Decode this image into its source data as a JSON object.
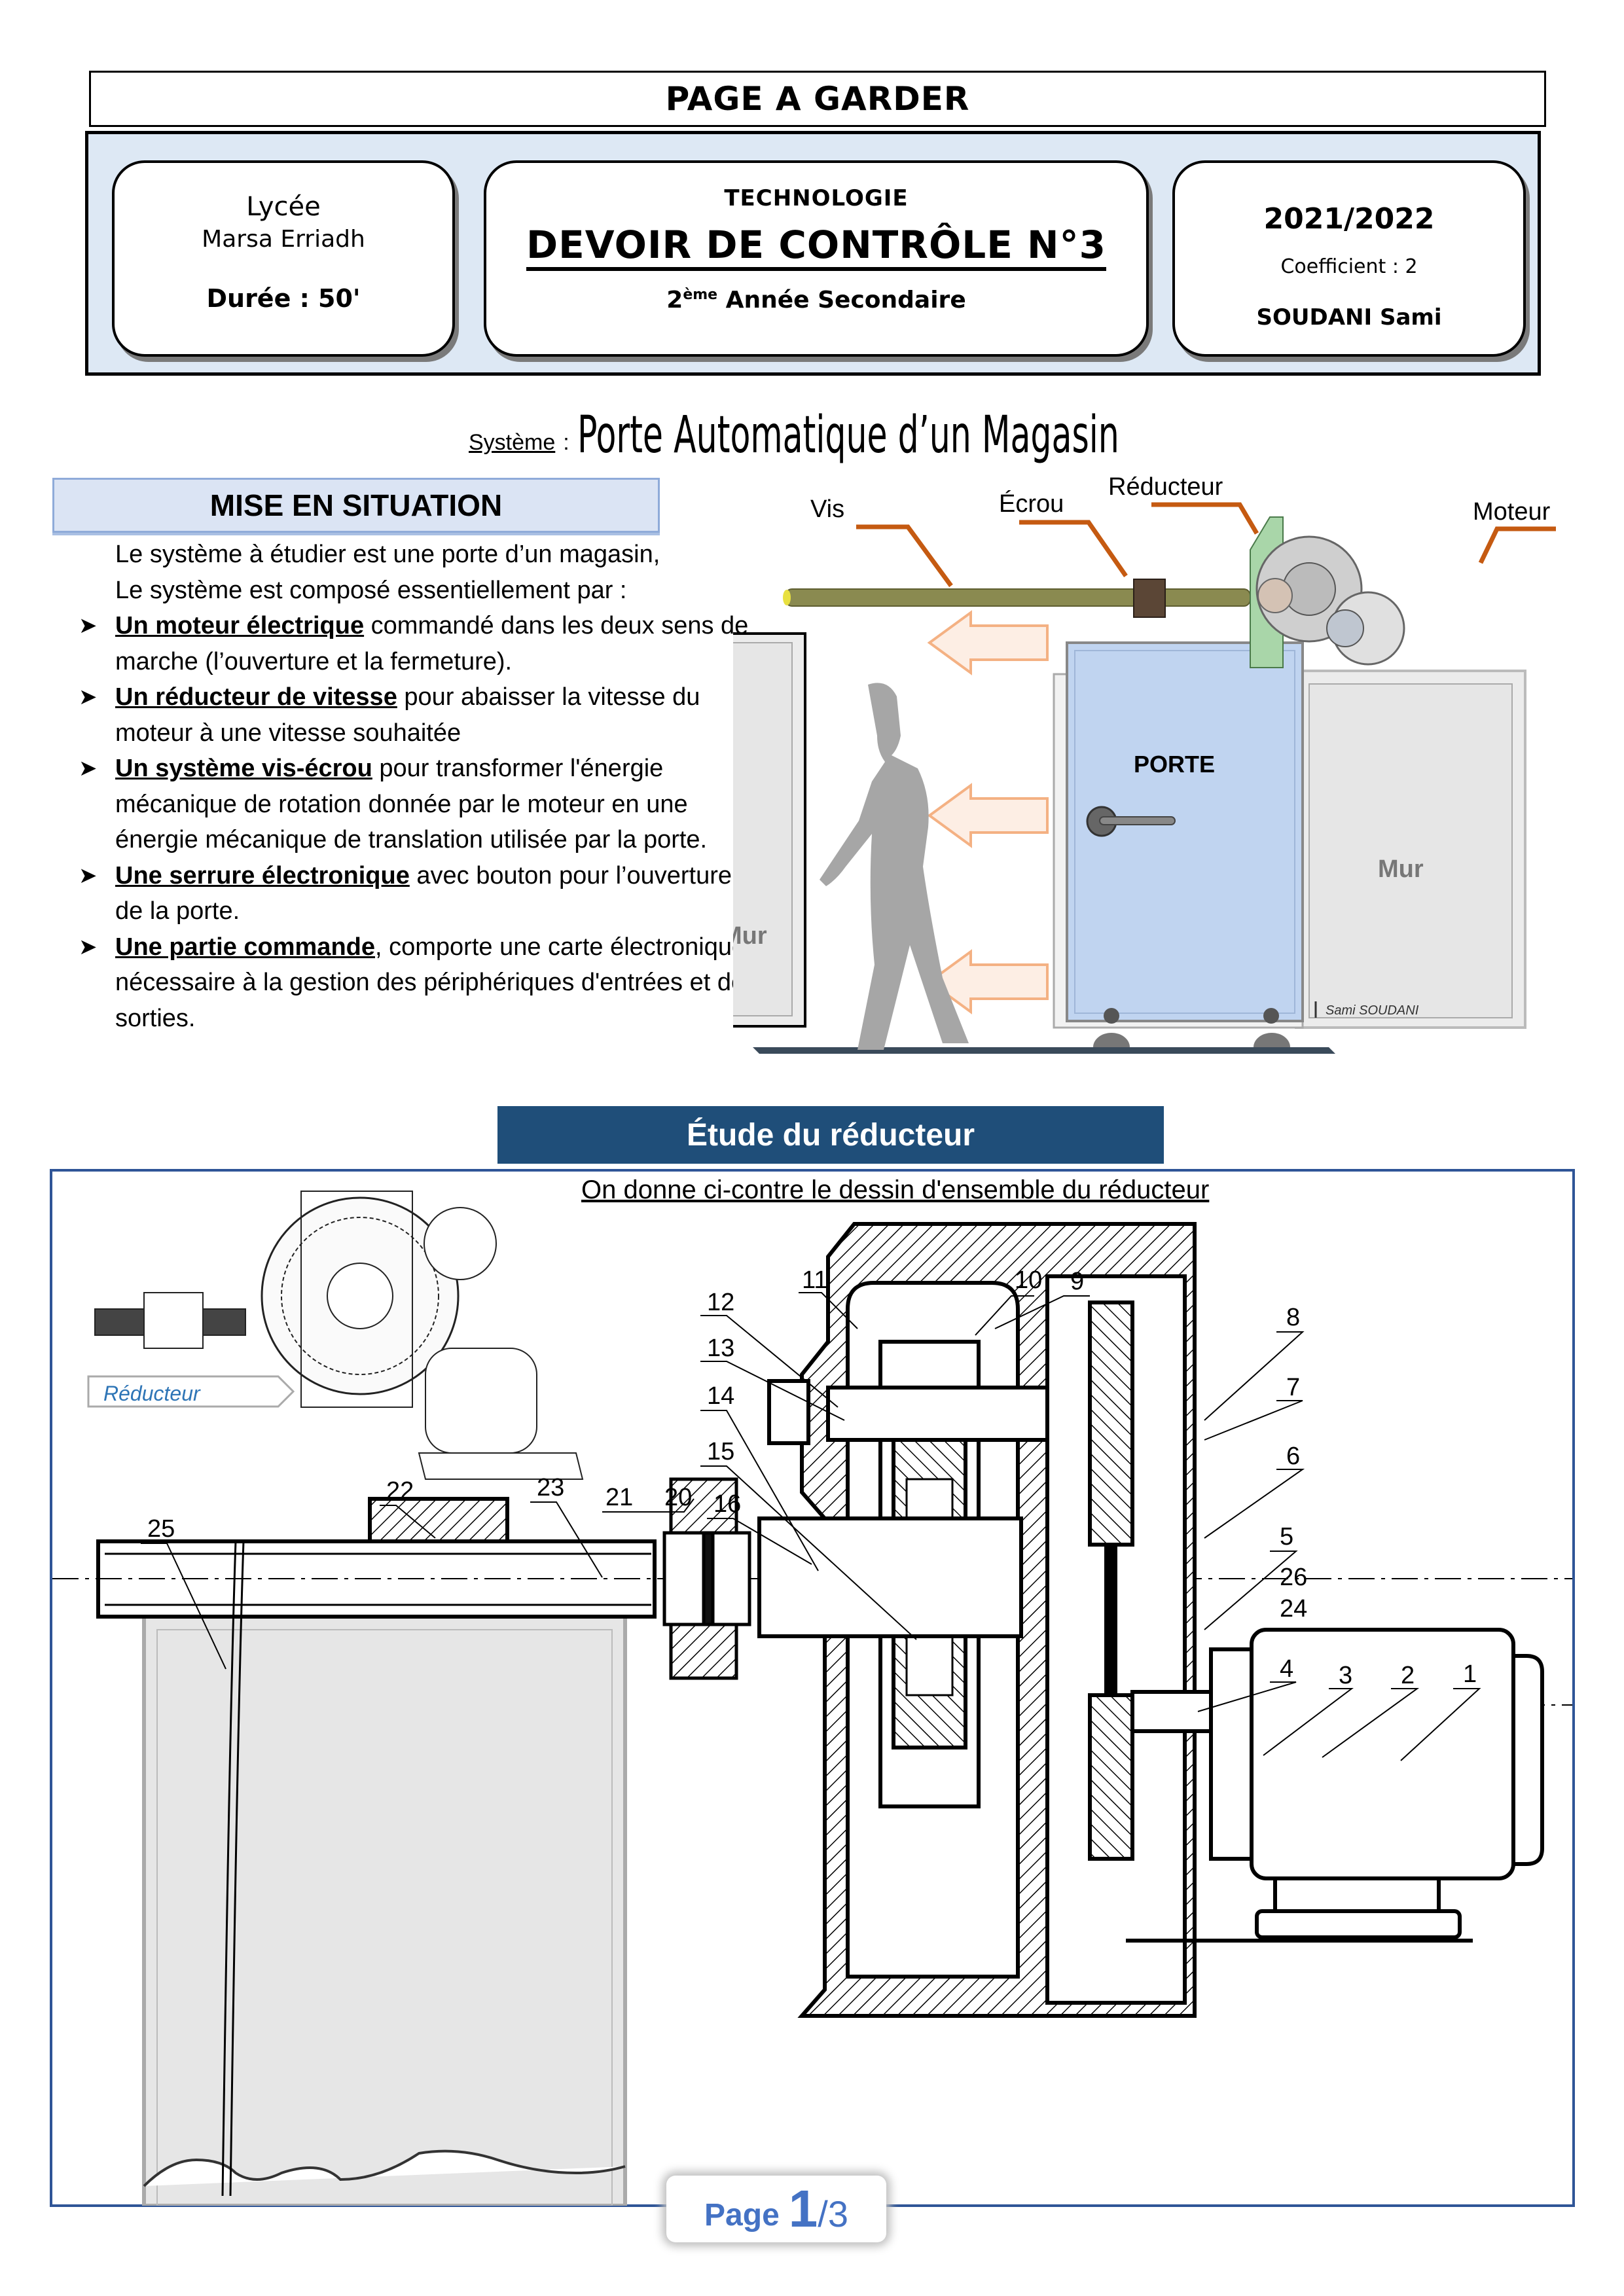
{
  "banner": "PAGE A GARDER",
  "header": {
    "left": {
      "lycee": "Lycée",
      "school": "Marsa Erriadh",
      "duree": "Durée : 50'"
    },
    "middle": {
      "subject": "TECHNOLOGIE",
      "title": "DEVOIR DE CONTRÔLE N°3",
      "level_num": "2",
      "level_sup": "ème",
      "level_rest": " Année Secondaire"
    },
    "right": {
      "year": "2021/2022",
      "coefficient": "Coefficient : 2",
      "teacher": "SOUDANI Sami"
    }
  },
  "system": {
    "label": "Système",
    "colon": ":",
    "name": "Porte Automatique d’un Magasin"
  },
  "mise_en_situation": {
    "title": "MISE EN SITUATION",
    "intro": [
      "Le système à étudier est une porte d’un magasin,",
      "Le système est composé essentiellement par :"
    ],
    "items": [
      {
        "bold": "Un moteur électrique",
        "rest": " commandé dans les deux sens de marche (l’ouverture et la fermeture)."
      },
      {
        "bold": "Un réducteur de vitesse",
        "rest": " pour abaisser la vitesse du moteur à une vitesse souhaitée"
      },
      {
        "bold": "Un système vis-écrou",
        "rest": " pour transformer l'énergie mécanique de rotation donnée par le moteur en une énergie mécanique de translation utilisée par la porte."
      },
      {
        "bold": "Une serrure électronique",
        "rest": " avec  bouton pour l’ouverture de la porte."
      },
      {
        "bold": "Une partie commande",
        "rest": ", comporte une carte électronique nécessaire à la gestion des périphériques d'entrées et de sorties."
      }
    ]
  },
  "illustration": {
    "labels": {
      "vis": "Vis",
      "ecrou": "Écrou",
      "reducteur": "Réducteur",
      "moteur": "Moteur",
      "porte": "PORTE",
      "mur_left": "Mur",
      "mur_right": "Mur",
      "signature": "Sami SOUDANI"
    },
    "colors": {
      "arrow": "#c55a11",
      "door": "#c0d4f0",
      "wall": "#e6e6e6",
      "silhouette": "#a6a6a6",
      "open_arrow_fill": "#fdeee4",
      "open_arrow_stroke": "#f4b183"
    }
  },
  "etude": {
    "title": "Étude du réducteur",
    "caption": "On donne ci-contre le dessin d'ensemble du réducteur",
    "reducteur_tag": "Réducteur",
    "part_numbers": [
      "1",
      "2",
      "3",
      "4",
      "5",
      "6",
      "7",
      "8",
      "9",
      "10",
      "11",
      "12",
      "13",
      "14",
      "15",
      "16",
      "20",
      "21",
      "22",
      "23",
      "24",
      "25",
      "26"
    ]
  },
  "page": {
    "label": "Page",
    "current": "1",
    "total": "/3"
  },
  "colors": {
    "header_bg": "#dde8f4",
    "mise_bg": "#dbe4f4",
    "etude_bg": "#1f4e79",
    "frame": "#2f5597",
    "page_num": "#4472c4"
  }
}
